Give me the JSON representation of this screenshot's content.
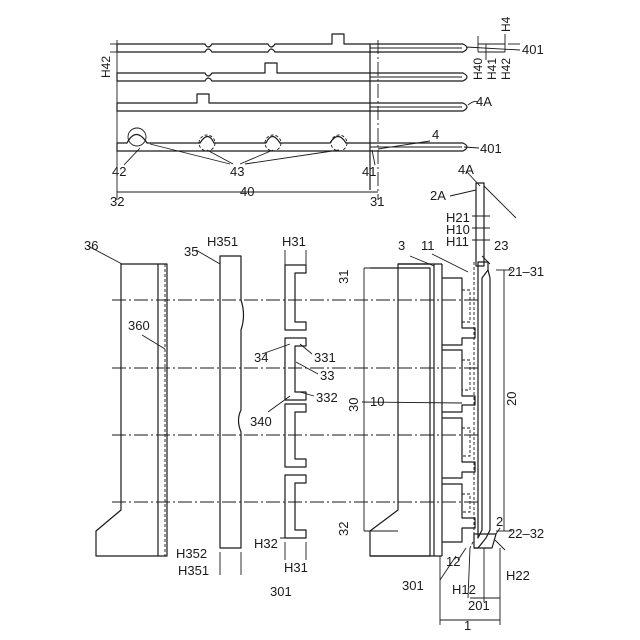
{
  "labels": {
    "h4": "H4",
    "n401_top": "401",
    "h42_left": "H42",
    "h40": "H40",
    "h41": "H41",
    "h42_right": "H42",
    "n4a_top": "4A",
    "n4": "4",
    "n401_bottom": "401",
    "n42": "42",
    "n43": "43",
    "n41": "41",
    "n40": "40",
    "n32_top": "32",
    "n31_top": "31",
    "n4a_mid": "4A",
    "n2a": "2A",
    "h21": "H21",
    "h10": "H10",
    "h11": "H11",
    "n36": "36",
    "n35": "35",
    "h351_top": "H351",
    "h31_top": "H31",
    "n3": "3",
    "n11": "11",
    "n23": "23",
    "n21_31": "21–31",
    "n31_mid": "31",
    "n360": "360",
    "n34": "34",
    "n331": "331",
    "n33": "33",
    "n340": "340",
    "n332": "332",
    "n30": "30",
    "n10": "10",
    "n20": "20",
    "n32_mid": "32",
    "n2": "2",
    "n22_32": "22–32",
    "h352": "H352",
    "h351_bottom": "H351",
    "h32": "H32",
    "h31_bottom": "H31",
    "n12": "12",
    "n301_left": "301",
    "n301_right": "301",
    "h12": "H12",
    "h22": "H22",
    "n201": "201",
    "n1": "1"
  }
}
